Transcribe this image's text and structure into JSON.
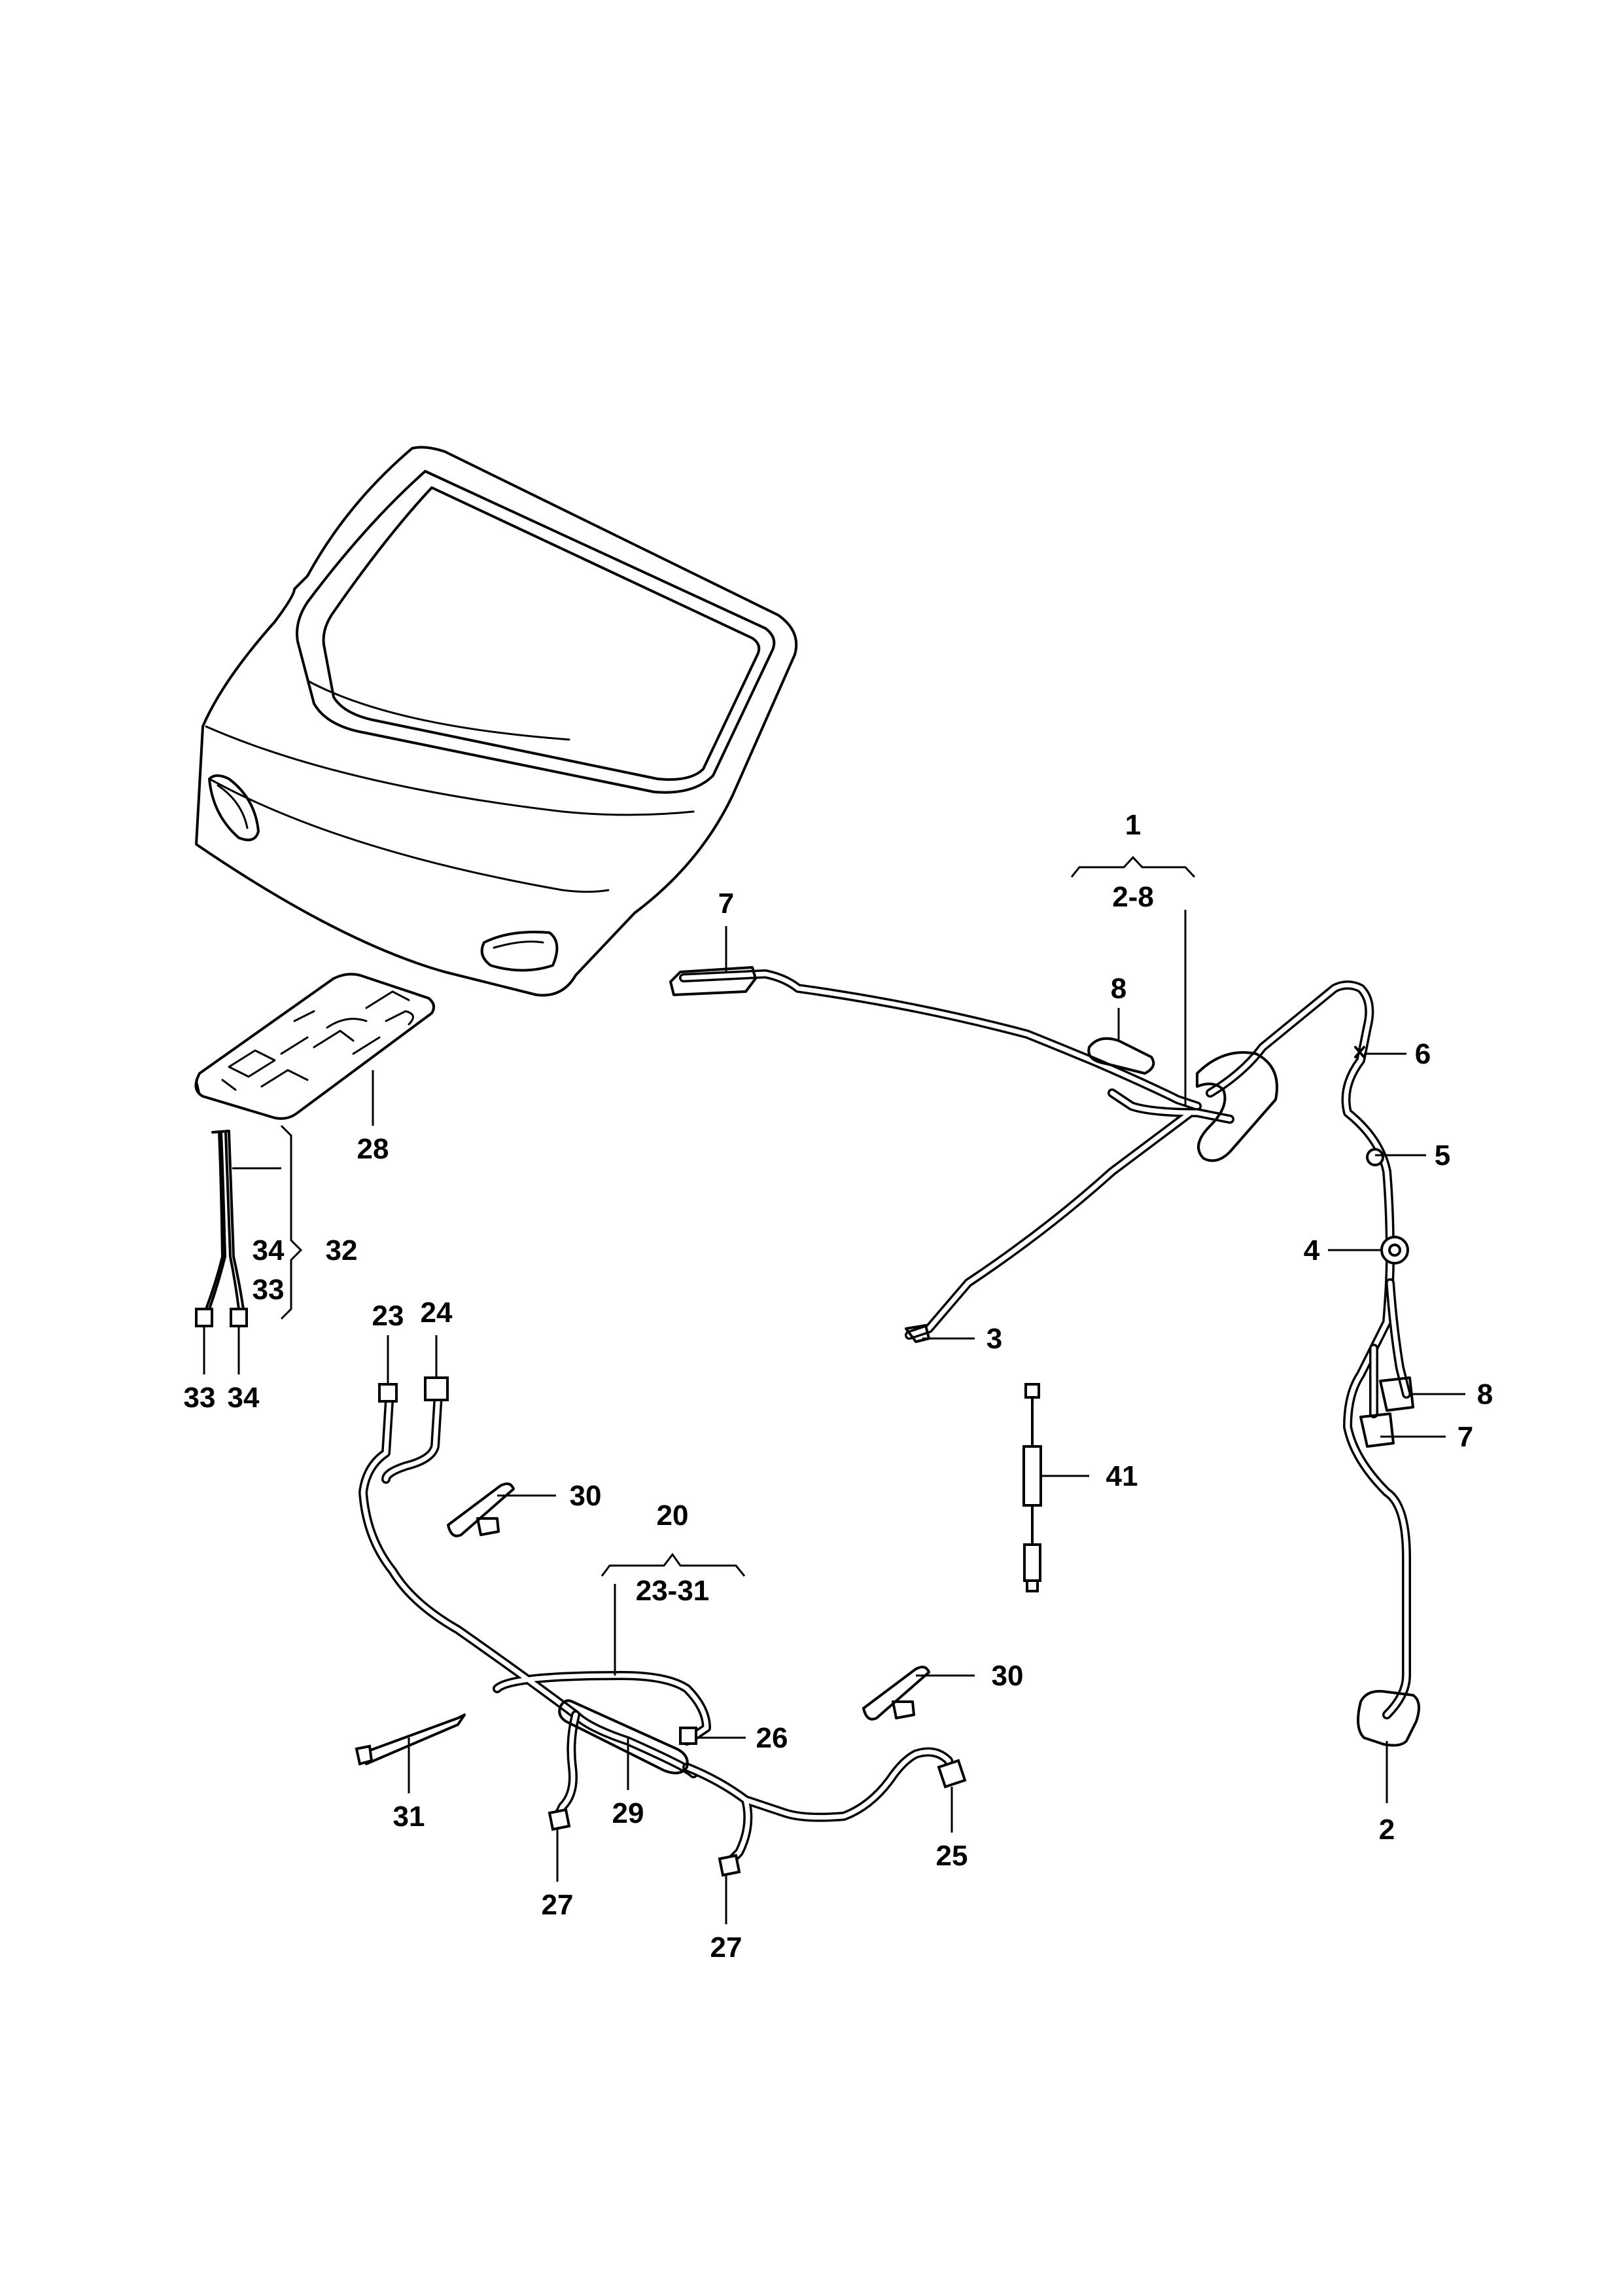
{
  "labels": {
    "l1": "1",
    "l1_range": "2-8",
    "l2": "2",
    "l3": "3",
    "l4": "4",
    "l5": "5",
    "l6": "6",
    "l7a": "7",
    "l7b": "7",
    "l8a": "8",
    "l8b": "8",
    "l20": "20",
    "l20_range": "23-31",
    "l23": "23",
    "l24": "24",
    "l25": "25",
    "l26": "26",
    "l27a": "27",
    "l27b": "27",
    "l28": "28",
    "l29": "29",
    "l30a": "30",
    "l30b": "30",
    "l31": "31",
    "l32": "32",
    "l33a": "33",
    "l33b": "33",
    "l34a": "34",
    "l34b": "34",
    "l41": "41"
  }
}
